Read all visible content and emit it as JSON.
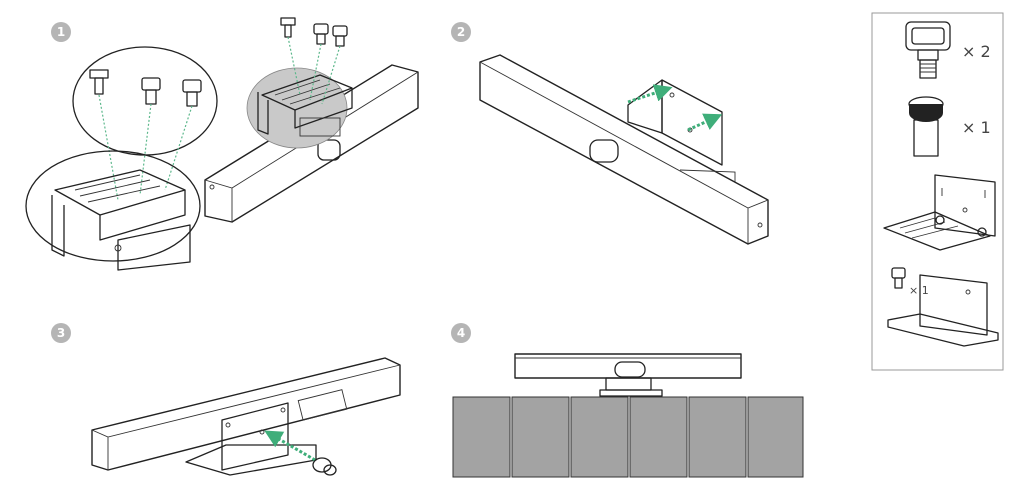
{
  "steps": [
    {
      "number": "1"
    },
    {
      "number": "2"
    },
    {
      "number": "3"
    },
    {
      "number": "4"
    }
  ],
  "parts_list": [
    {
      "icon": "bracket-screw-icon",
      "quantity_label": "× 2"
    },
    {
      "icon": "thumb-screw-icon",
      "quantity_label": "× 1"
    },
    {
      "icon": "mounting-bracket-icon",
      "quantity_label": ""
    },
    {
      "icon": "table-stand-icon",
      "quantity_label": "× 1"
    }
  ],
  "colors": {
    "step_badge": "#b5b5b5",
    "arrow": "#3fae7a",
    "monitor": "#a3a3a3"
  }
}
